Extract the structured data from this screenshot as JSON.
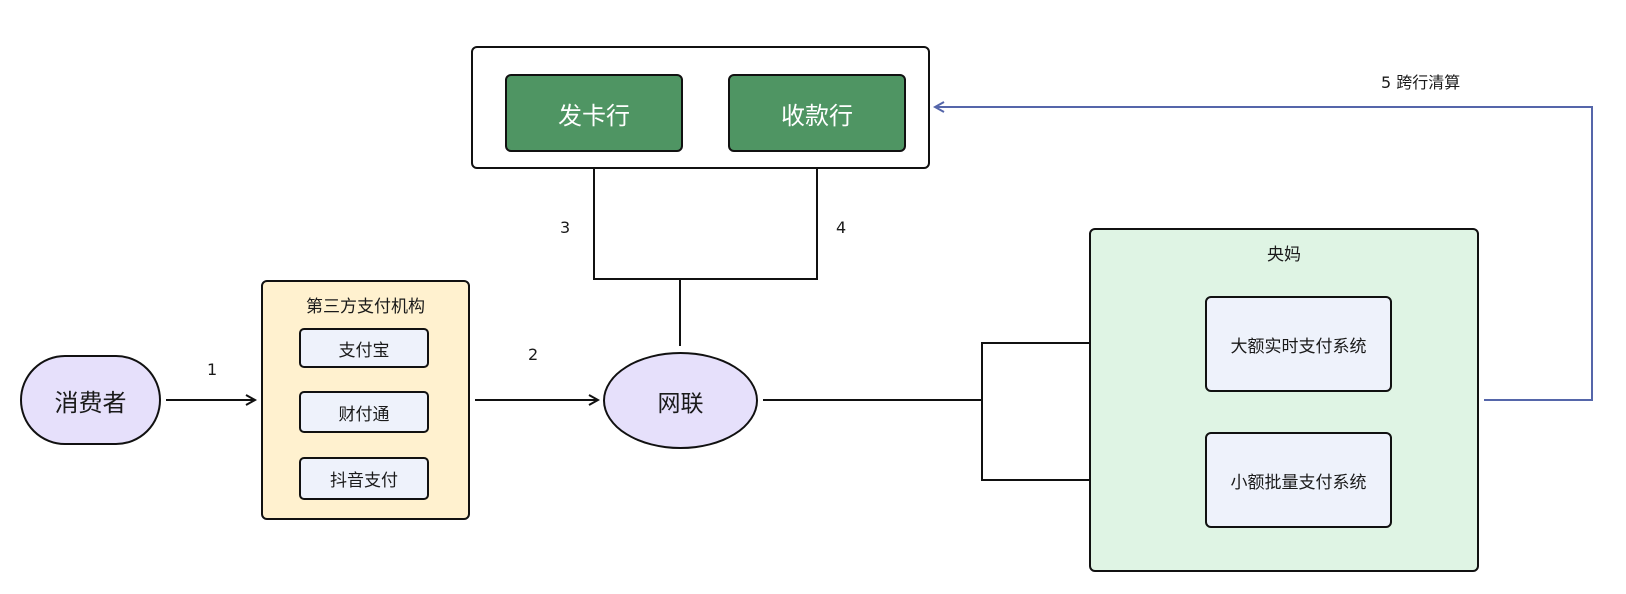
{
  "nodes": {
    "consumer": "消费者",
    "third_party": {
      "title": "第三方支付机构",
      "items": [
        "支付宝",
        "财付通",
        "抖音支付"
      ]
    },
    "unionpay": "网联",
    "issuing_bank": "发卡行",
    "receiving_bank": "收款行",
    "central_bank": {
      "title": "央妈",
      "systems": [
        "大额实时支付系统",
        "小额批量支付系统"
      ]
    }
  },
  "edge_labels": {
    "step1": "1",
    "step2": "2",
    "step3": "3",
    "step4": "4",
    "step5": "5 跨行清算"
  },
  "colors": {
    "consumer_fill": "#e6e0fb",
    "third_party_fill": "#fff1cf",
    "item_fill": "#eef2fb",
    "bank_fill": "#4f9563",
    "central_fill": "#dff4e4",
    "clearing_line": "#5566aa"
  }
}
